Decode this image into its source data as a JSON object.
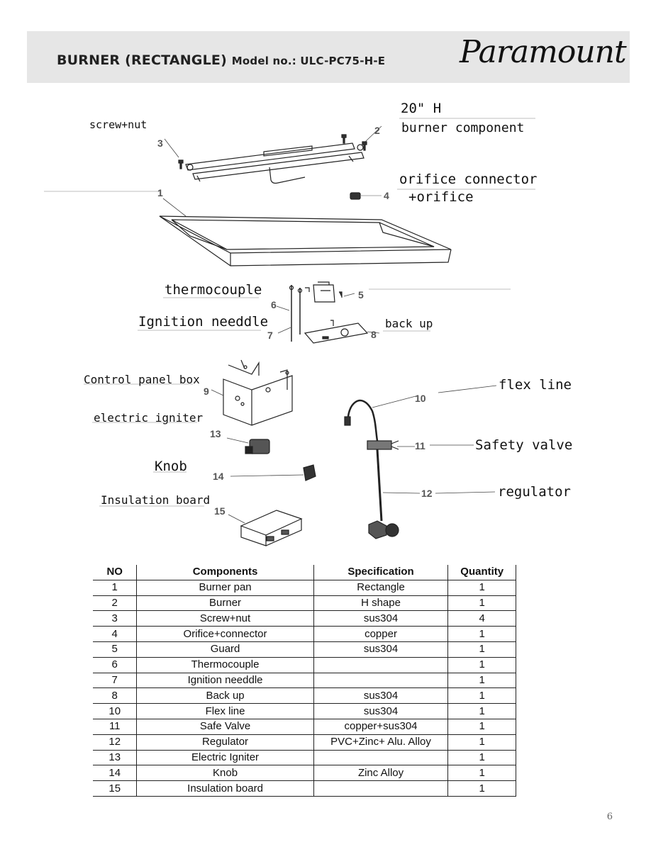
{
  "header": {
    "title": "BURNER (RECTANGLE)",
    "model": "Model no.: ULC-PC75-H-E",
    "brand": "Paramount"
  },
  "diagram": {
    "labels": {
      "screw_nut": "screw+nut",
      "burner_size": "20\" H",
      "burner_component": "burner component",
      "orifice_connector": "orifice connector",
      "orifice": "+orifice",
      "thermocouple": "thermocouple",
      "ignition_needle": "Ignition needdle",
      "back_up": "back up",
      "control_panel_box": "Control panel box",
      "electric_igniter": "electric igniter",
      "knob": "Knob",
      "insulation_board": "Insulation board",
      "flex_line": "flex line",
      "safety_valve": "Safety valve",
      "regulator": "regulator"
    },
    "numbers": {
      "n1": "1",
      "n2": "2",
      "n3": "3",
      "n4": "4",
      "n5": "5",
      "n6": "6",
      "n7": "7",
      "n8": "8",
      "n9": "9",
      "n10": "10",
      "n11": "11",
      "n12": "12",
      "n13": "13",
      "n14": "14",
      "n15": "15"
    }
  },
  "table": {
    "headers": {
      "no": "NO",
      "components": "Components",
      "specification": "Specification",
      "quantity": "Quantity"
    },
    "rows": [
      {
        "no": "1",
        "component": "Burner pan",
        "spec": "Rectangle",
        "qty": "1"
      },
      {
        "no": "2",
        "component": "Burner",
        "spec": "H shape",
        "qty": "1"
      },
      {
        "no": "3",
        "component": "Screw+nut",
        "spec": "sus304",
        "qty": "4"
      },
      {
        "no": "4",
        "component": "Orifice+connector",
        "spec": "copper",
        "qty": "1"
      },
      {
        "no": "5",
        "component": "Guard",
        "spec": "sus304",
        "qty": "1"
      },
      {
        "no": "6",
        "component": "Thermocouple",
        "spec": "",
        "qty": "1"
      },
      {
        "no": "7",
        "component": "Ignition needdle",
        "spec": "",
        "qty": "1"
      },
      {
        "no": "8",
        "component": "Back up",
        "spec": "sus304",
        "qty": "1"
      },
      {
        "no": "10",
        "component": "Flex line",
        "spec": "sus304",
        "qty": "1"
      },
      {
        "no": "11",
        "component": "Safe Valve",
        "spec": "copper+sus304",
        "qty": "1"
      },
      {
        "no": "12",
        "component": "Regulator",
        "spec": "PVC+Zinc+ Alu. Alloy",
        "qty": "1"
      },
      {
        "no": "13",
        "component": "Electric Igniter",
        "spec": "",
        "qty": "1"
      },
      {
        "no": "14",
        "component": "Knob",
        "spec": "Zinc Alloy",
        "qty": "1"
      },
      {
        "no": "15",
        "component": "Insulation board",
        "spec": "",
        "qty": "1"
      }
    ]
  },
  "page_number": "6"
}
